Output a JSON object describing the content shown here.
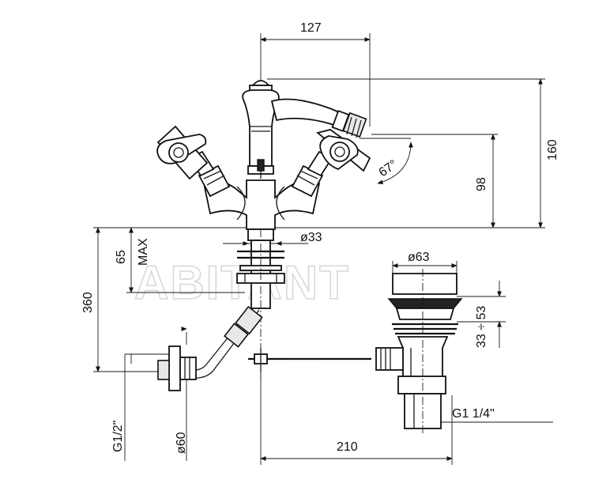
{
  "dimensions": {
    "top_width": "127",
    "height_total": "160",
    "height_spout": "98",
    "spout_angle": "67°",
    "shank_diameter": "ø33",
    "max_depth_value": "65",
    "max_depth_label": "MAX",
    "overall_depth": "360",
    "drain_diameter": "ø63",
    "drain_range": "33 ÷ 53",
    "supply_thread": "G1/2\"",
    "supply_rosette": "ø60",
    "bottom_width": "210",
    "waste_thread": "G1  1/4\""
  },
  "watermark": "ABITANT"
}
